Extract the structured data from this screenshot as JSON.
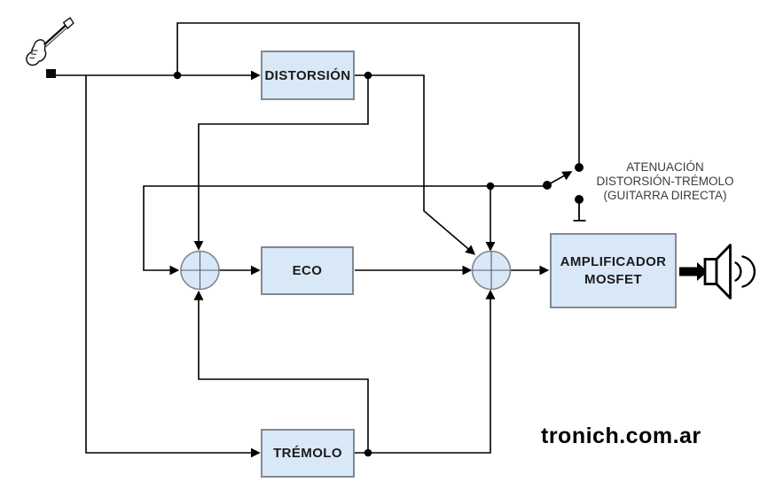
{
  "colors": {
    "block_fill": "#d9e8f7",
    "block_border": "#7f8a94",
    "line": "#000000",
    "label_text": "#3c3c3c",
    "watermark_text": "#000000"
  },
  "blocks": {
    "distorsion": {
      "label": "DISTORSIÓN"
    },
    "eco": {
      "label": "ECO"
    },
    "tremolo": {
      "label": "TRÉMOLO"
    },
    "amplificador": {
      "line1": "AMPLIFICADOR",
      "line2": "MOSFET"
    }
  },
  "switch_label": {
    "line1": "ATENUACIÓN",
    "line2": "DISTORSIÓN-TRÉMOLO",
    "line3": "(GUITARRA DIRECTA)"
  },
  "watermark": {
    "text": "tronich.com.ar"
  },
  "icons": {
    "guitar": "electric-guitar-input",
    "speaker": "loudspeaker-output",
    "switch": "selector-switch-atenuacion",
    "summing_junctions": [
      "sum-node-1",
      "sum-node-2"
    ]
  }
}
